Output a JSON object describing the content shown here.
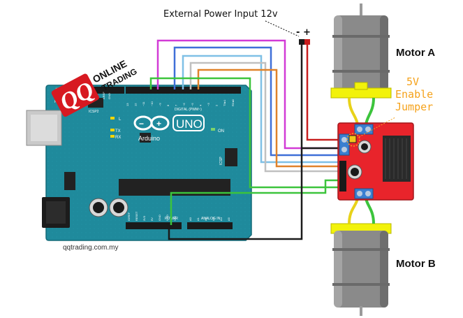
{
  "header": {
    "power_label": "External Power Input 12v",
    "minus_sign": "-",
    "plus_sign": "+"
  },
  "logo": {
    "letters": "QQ",
    "line1": "ONLINE",
    "line2": "TRADING"
  },
  "arduino": {
    "model_label": "UNO",
    "brand_label": "Arduino",
    "reset_label": "RESET",
    "icsp2_label": "ICSP2",
    "icsp_label": "ICSP",
    "digital_label": "DIGITAL (PWM~)",
    "l_label": "L",
    "tx_label": "TX",
    "rx_label": "RX",
    "on_label": "ON",
    "power_label": "POWER",
    "analog_label": "ANALOG IN",
    "aref_label": "AREF",
    "gnd_label": "GND",
    "top_pins": [
      "13",
      "12",
      "~11",
      "~10",
      "~9",
      "8",
      "7",
      "~6",
      "~5",
      "4",
      "~3",
      "2",
      "TX▸1",
      "RX◂0"
    ],
    "power_pins": [
      "IOREF",
      "RESET",
      "3V3",
      "5V",
      "GND",
      "GND",
      "VIN"
    ],
    "analog_pins": [
      "A0",
      "A1",
      "A2",
      "A3",
      "A4",
      "A5"
    ],
    "website": "qqtrading.com.my"
  },
  "motors": {
    "a_label": "Motor A",
    "b_label": "Motor B"
  },
  "jumper_callout": {
    "line1": "5V",
    "line2": "Enable",
    "line3": "Jumper"
  },
  "colors": {
    "arduino_board": "#1f8a9c",
    "driver_board": "#e8242b",
    "motor_body": "#8a8a8a",
    "motor_bracket": "#f2f20a",
    "callout": "#f5a21b",
    "wire_magenta": "#d23bd6",
    "wire_blue": "#3f6fd8",
    "wire_light_blue": "#7fc0e6",
    "wire_gray": "#c0c0c0",
    "wire_orange": "#e0822a",
    "wire_green": "#3cc43c",
    "wire_black": "#1a1a1a",
    "wire_red": "#c81e1e"
  }
}
